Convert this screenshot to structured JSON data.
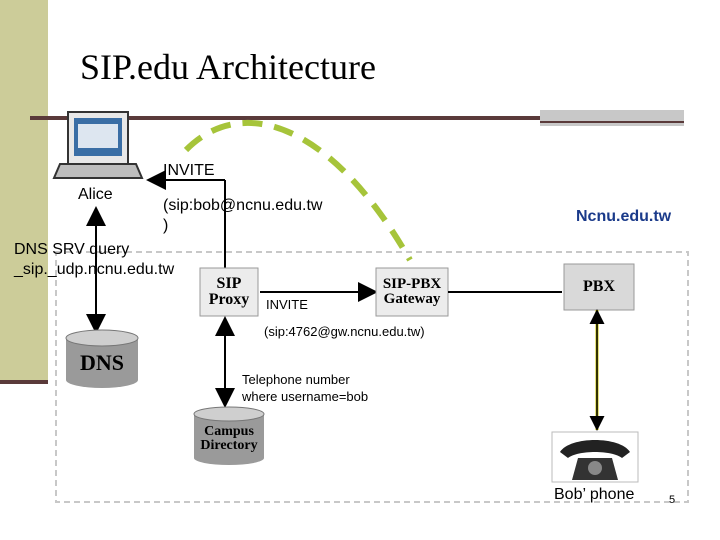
{
  "title": "SIP.edu Architecture",
  "labels": {
    "invite_top": "INVITE",
    "alice": "Alice",
    "sip_uri_line1": "(sip:bob@ncnu.edu.tw",
    "sip_uri_line2": ")",
    "domain": "Ncnu.edu.tw",
    "dns_query_line1": "DNS SRV query",
    "dns_query_line2": "_sip._udp.ncnu.edu.tw",
    "invite_gateway": "INVITE",
    "gateway_uri": "(sip:4762@gw.ncnu.edu.tw)",
    "phone_lookup_line1": "Telephone number",
    "phone_lookup_line2": "where username=bob",
    "bob_phone": "Bob’ phone",
    "page_number": "5"
  },
  "nodes": {
    "sip_proxy_line1": "SIP",
    "sip_proxy_line2": "Proxy",
    "gateway_line1": "SIP-PBX",
    "gateway_line2": "Gateway",
    "pbx": "PBX",
    "dns": "DNS",
    "directory_line1": "Campus",
    "directory_line2": "Directory"
  },
  "colors": {
    "sidebar": "#cccc99",
    "rule": "#5a3a3a",
    "dashed_path": "#a6c43a",
    "domain_text": "#1a3a8a",
    "connector": "#000000",
    "pbx_link": "#c9c400"
  }
}
